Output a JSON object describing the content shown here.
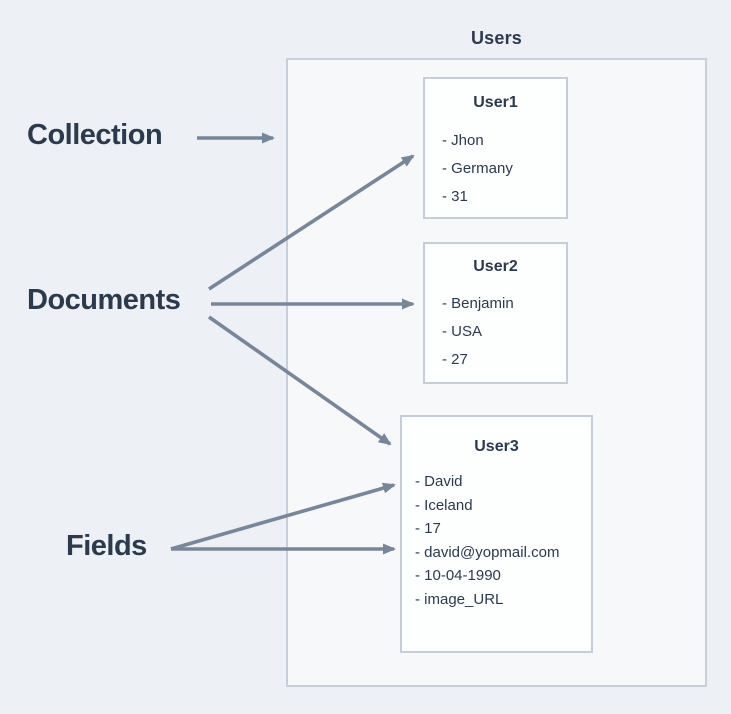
{
  "collection": {
    "title": "Users"
  },
  "labels": {
    "collection": "Collection",
    "documents": "Documents",
    "fields": "Fields"
  },
  "documents": [
    {
      "title": "User1",
      "fields": [
        "- Jhon",
        "- Germany",
        "- 31"
      ]
    },
    {
      "title": "User2",
      "fields": [
        "- Benjamin",
        "- USA",
        "- 27"
      ]
    },
    {
      "title": "User3",
      "fields": [
        "- David",
        "- Iceland",
        "- 17",
        "- david@yopmail.com",
        "- 10-04-1990",
        "- image_URL"
      ]
    }
  ],
  "icons": {
    "arrow": "right-arrow-connector"
  },
  "colors": {
    "background": "#edf0f4",
    "container_fill": "#f6f8fa",
    "container_border": "#c6cfda",
    "card_fill": "#fdfefe",
    "card_border": "#c5cdd8",
    "text": "#2b3a4d",
    "arrow": "#76879b"
  }
}
